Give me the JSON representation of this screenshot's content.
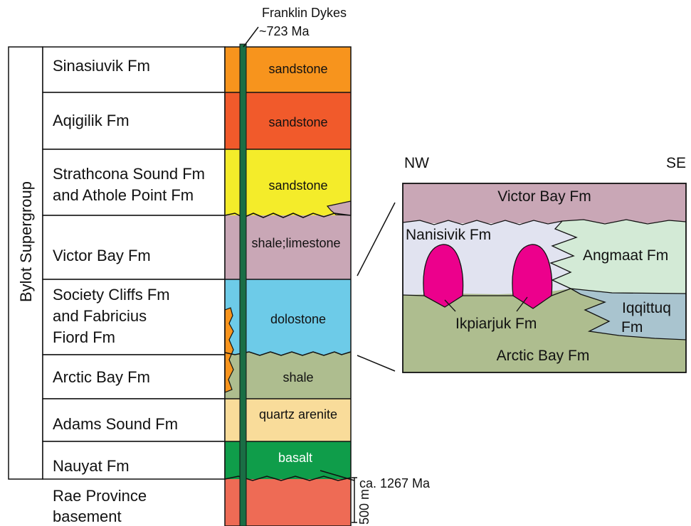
{
  "supergroup": "Bylot Supergroup",
  "dykes": {
    "name": "Franklin Dykes",
    "age": "~723 Ma"
  },
  "formations": [
    {
      "name": [
        "Sinasiuvik Fm"
      ],
      "lithology": "sandstone",
      "color": "#f7941d"
    },
    {
      "name": [
        "Aqigilik Fm"
      ],
      "lithology": "sandstone",
      "color": "#f15a2b"
    },
    {
      "name": [
        "Strathcona Sound Fm",
        "and Athole Point Fm"
      ],
      "lithology": "sandstone",
      "color": "#f4ec2a"
    },
    {
      "name": [
        "Victor Bay Fm"
      ],
      "lithology": "shale;limestone",
      "color": "#c9a7b6"
    },
    {
      "name": [
        "Society Cliffs Fm",
        "and Fabricius",
        "Fiord Fm"
      ],
      "lithology": "dolostone",
      "color": "#6dcbe8"
    },
    {
      "name": [
        "Arctic Bay Fm"
      ],
      "lithology": "shale",
      "color": "#aebd8f"
    },
    {
      "name": [
        "Adams Sound Fm"
      ],
      "lithology": "quartz arenite",
      "color": "#f9dc9a"
    },
    {
      "name": [
        "Nauyat Fm"
      ],
      "lithology": "basalt",
      "color": "#0f9d4a"
    }
  ],
  "basement": {
    "name": [
      "Rae Province",
      "basement"
    ],
    "color": "#ee6b55"
  },
  "basalt_age": "ca. 1267 Ma",
  "scale_bar": "500 m",
  "cross_section": {
    "left_label": "NW",
    "right_label": "SE",
    "units": {
      "victor_bay": {
        "label": "Victor Bay Fm",
        "color": "#c9a7b6"
      },
      "nanisivik": {
        "label": "Nanisivik Fm",
        "color": "#e1e3f0"
      },
      "angmaat": {
        "label": "Angmaat Fm",
        "color": "#d3ead6"
      },
      "iqqittuq": {
        "label": [
          "Iqqittuq",
          "Fm"
        ],
        "color": "#a9c4cf"
      },
      "arctic_bay": {
        "label": "Arctic Bay Fm",
        "color": "#aebd8f"
      },
      "ikpiarjuk": {
        "label": "Ikpiarjuk Fm",
        "color": "#ec008c"
      }
    }
  },
  "colors": {
    "dyke": "#1a6e45",
    "outline": "#111111"
  }
}
